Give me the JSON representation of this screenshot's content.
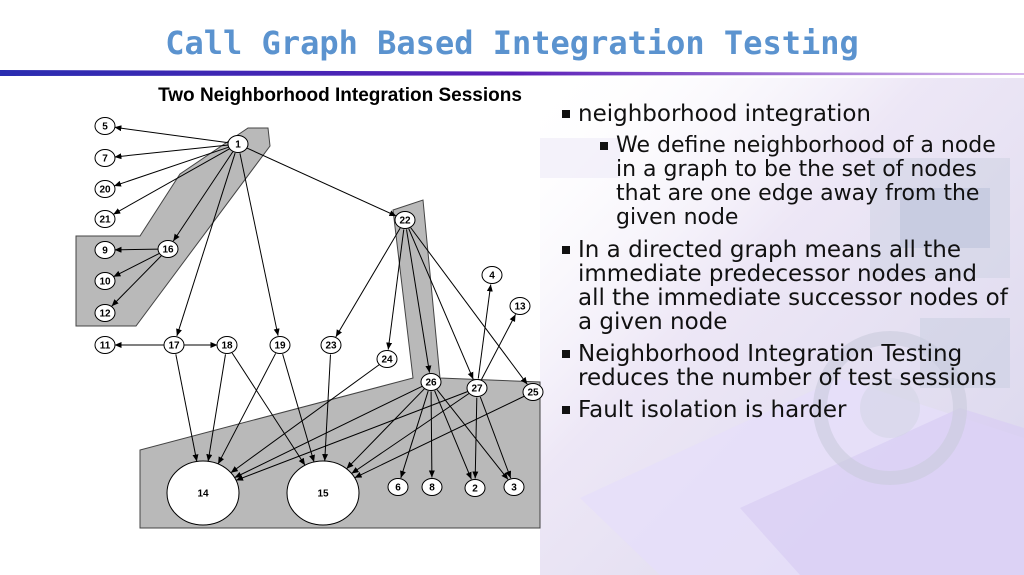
{
  "slide": {
    "title": "Call Graph Based Integration Testing"
  },
  "diagram": {
    "title": "Two Neighborhood Integration Sessions",
    "nodes": [
      {
        "id": "1",
        "label": "1"
      },
      {
        "id": "5",
        "label": "5"
      },
      {
        "id": "7",
        "label": "7"
      },
      {
        "id": "20",
        "label": "20"
      },
      {
        "id": "21",
        "label": "21"
      },
      {
        "id": "9",
        "label": "9"
      },
      {
        "id": "16",
        "label": "16"
      },
      {
        "id": "10",
        "label": "10"
      },
      {
        "id": "12",
        "label": "12"
      },
      {
        "id": "11",
        "label": "11"
      },
      {
        "id": "17",
        "label": "17"
      },
      {
        "id": "18",
        "label": "18"
      },
      {
        "id": "19",
        "label": "19"
      },
      {
        "id": "23",
        "label": "23"
      },
      {
        "id": "22",
        "label": "22"
      },
      {
        "id": "24",
        "label": "24"
      },
      {
        "id": "26",
        "label": "26"
      },
      {
        "id": "27",
        "label": "27"
      },
      {
        "id": "4",
        "label": "4"
      },
      {
        "id": "13",
        "label": "13"
      },
      {
        "id": "25",
        "label": "25"
      },
      {
        "id": "14",
        "label": "14"
      },
      {
        "id": "15",
        "label": "15"
      },
      {
        "id": "6",
        "label": "6"
      },
      {
        "id": "8",
        "label": "8"
      },
      {
        "id": "2",
        "label": "2"
      },
      {
        "id": "3",
        "label": "3"
      }
    ],
    "edges": [
      [
        "1",
        "5"
      ],
      [
        "1",
        "7"
      ],
      [
        "1",
        "20"
      ],
      [
        "1",
        "21"
      ],
      [
        "1",
        "16"
      ],
      [
        "1",
        "17"
      ],
      [
        "1",
        "19"
      ],
      [
        "1",
        "22"
      ],
      [
        "16",
        "9"
      ],
      [
        "16",
        "10"
      ],
      [
        "16",
        "12"
      ],
      [
        "17",
        "11"
      ],
      [
        "17",
        "18"
      ],
      [
        "17",
        "14"
      ],
      [
        "18",
        "14"
      ],
      [
        "18",
        "15"
      ],
      [
        "19",
        "14"
      ],
      [
        "19",
        "15"
      ],
      [
        "23",
        "15"
      ],
      [
        "24",
        "14"
      ],
      [
        "22",
        "23"
      ],
      [
        "22",
        "24"
      ],
      [
        "22",
        "26"
      ],
      [
        "22",
        "27"
      ],
      [
        "22",
        "25"
      ],
      [
        "26",
        "14"
      ],
      [
        "26",
        "15"
      ],
      [
        "26",
        "6"
      ],
      [
        "26",
        "8"
      ],
      [
        "26",
        "2"
      ],
      [
        "26",
        "3"
      ],
      [
        "27",
        "4"
      ],
      [
        "27",
        "13"
      ],
      [
        "27",
        "14"
      ],
      [
        "27",
        "15"
      ],
      [
        "27",
        "2"
      ],
      [
        "27",
        "3"
      ],
      [
        "25",
        "15"
      ]
    ]
  },
  "bullets": [
    {
      "level": 1,
      "text": "neighborhood integration"
    },
    {
      "level": 2,
      "text": "We define neighborhood of a node in a graph to be the set of nodes that are one edge away from the given node"
    },
    {
      "level": 1,
      "text": "In a directed graph means all the immediate predecessor nodes and all the immediate successor nodes of a given node"
    },
    {
      "level": 1,
      "text": "Neighborhood Integration Testing reduces the number of test sessions"
    },
    {
      "level": 1,
      "text": "Fault isolation is harder"
    }
  ]
}
